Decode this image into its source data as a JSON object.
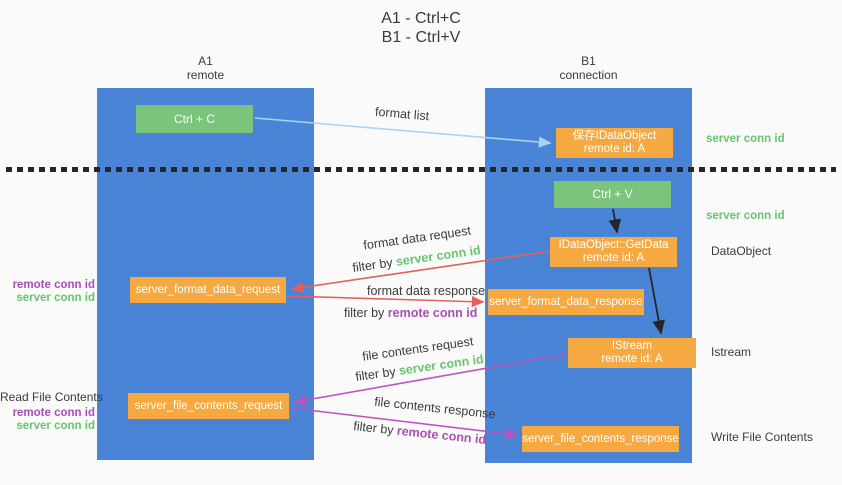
{
  "title": {
    "lines": [
      "A1 - Ctrl+C",
      "B1 - Ctrl+V"
    ]
  },
  "lanes": {
    "left": {
      "header": [
        "A1",
        "remote"
      ]
    },
    "right": {
      "header": [
        "B1",
        "connection"
      ]
    }
  },
  "boxes": {
    "ctrl_c": {
      "label": "Ctrl + C"
    },
    "store_dataobject": {
      "line1": "保存IDataObject",
      "line2": "remote id: A"
    },
    "ctrl_v": {
      "label": "Ctrl + V"
    },
    "getdata": {
      "line1": "IDataObject::GetData",
      "line2": "remote id: A"
    },
    "istream": {
      "line1": "IStream",
      "line2": "remote id: A"
    },
    "format_request": {
      "label": "server_format_data_request"
    },
    "format_response": {
      "label": "server_format_data_response"
    },
    "file_request": {
      "label": "server_file_contents_request"
    },
    "file_response": {
      "label": "server_file_contents_response"
    }
  },
  "left_annotations": {
    "remote_conn_id_format": "remote conn id",
    "server_conn_id_format": "server conn id",
    "read_file_contents": "Read File Contents",
    "remote_conn_id_file": "remote conn id",
    "server_conn_id_file": "server conn id"
  },
  "right_annotations": {
    "server_conn_id_store": "server conn id",
    "server_conn_id_paste": "server conn id",
    "dataobject": "DataObject",
    "istream": "Istream",
    "write_file_contents": "Write File Contents"
  },
  "flow_labels": {
    "format_list": "format list",
    "format_data_request": "format data request",
    "filter_format_request": {
      "prefix": "filter by ",
      "key": "server conn id"
    },
    "format_data_response": "format data response",
    "filter_format_response": {
      "prefix": "filter by ",
      "key": "remote conn id"
    },
    "file_contents_request": "file contents request",
    "filter_file_request": {
      "prefix": "filter by ",
      "key": "server conn id"
    },
    "file_contents_response": "file contents response",
    "filter_file_response": {
      "prefix": "filter by ",
      "key": "remote conn id"
    }
  },
  "colors": {
    "lane_blue": "#4a84d7",
    "box_green": "#7ac47d",
    "box_orange": "#f7a941",
    "accent_green": "#68c46d",
    "accent_purple": "#a94fb5",
    "arrow_red": "#e2615c",
    "arrow_purple": "#bb54c0",
    "arrow_light_blue": "#a9d3f0",
    "arrow_black": "#262626",
    "text_dark": "#3b3b3b",
    "background": "#fafafa"
  }
}
